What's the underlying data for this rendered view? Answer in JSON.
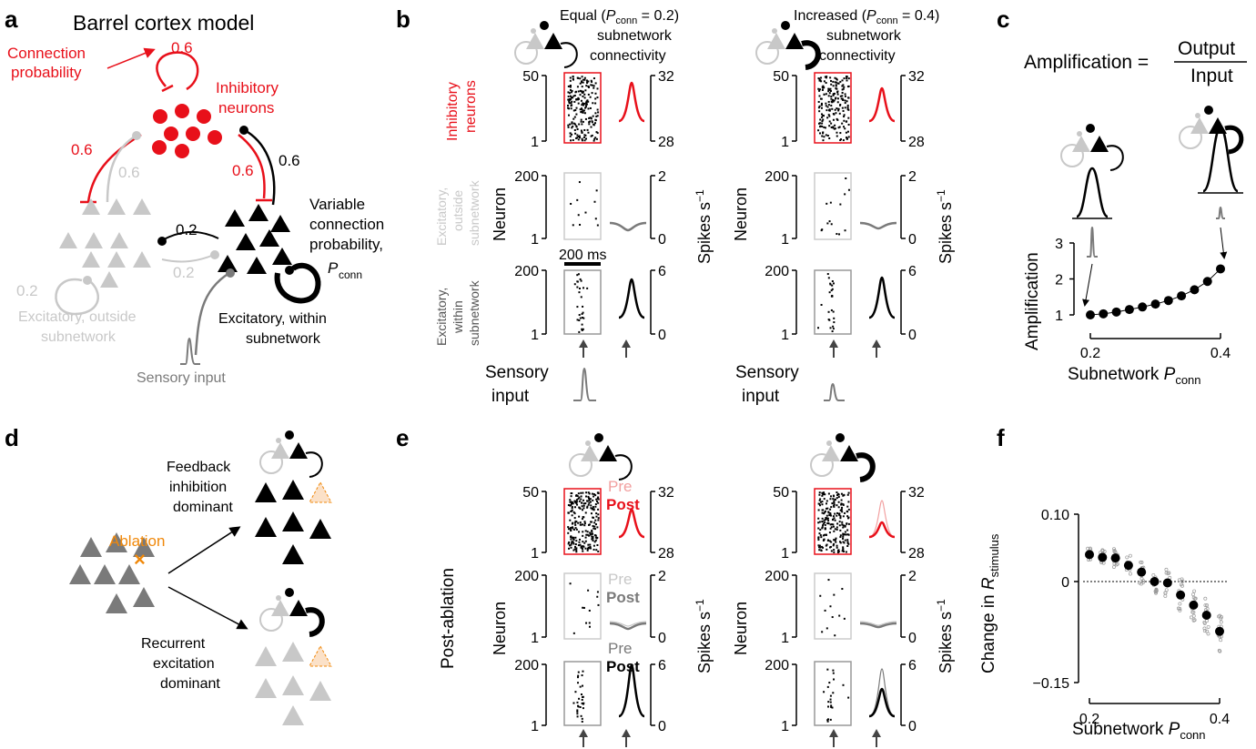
{
  "colors": {
    "red": "#e8101a",
    "black": "#000000",
    "grey": "#c8c8c8",
    "dgrey": "#7a7a7a",
    "orange": "#f0880a",
    "pink": "#f2a0a0"
  },
  "panels": {
    "a": "a",
    "b": "b",
    "c": "c",
    "d": "d",
    "e": "e",
    "f": "f"
  },
  "a": {
    "title": "Barrel cortex model",
    "conn_prob": [
      "Connection",
      "probability"
    ],
    "inh": [
      "Inhibitory",
      "neurons"
    ],
    "var": [
      "Variable",
      "connection",
      "probability,"
    ],
    "pconn": "P",
    "pconn_sub": "conn",
    "exc_out": [
      "Excitatory, outside",
      "subnetwork"
    ],
    "exc_in": [
      "Excitatory, within",
      "subnetwork"
    ],
    "sensory": "Sensory input",
    "v06": "0.6",
    "v02": "0.2"
  },
  "b": {
    "equal": [
      "Equal (",
      "P",
      "conn",
      " = 0.2)",
      "subnetwork",
      "connectivity"
    ],
    "increased": [
      "Increased (",
      "P",
      "conn",
      " = 0.4)",
      "subnetwork",
      "connectivity"
    ],
    "row_inh": [
      "Inhibitory",
      "neurons"
    ],
    "row_out": [
      "Excitatory,",
      "outside",
      "subnetwork"
    ],
    "row_in": [
      "Excitatory,",
      "within",
      "subnetwork"
    ],
    "neuron": "Neuron",
    "spikes": "Spikes s",
    "spikes_sup": "−1",
    "scale": "200 ms",
    "sensory": [
      "Sensory",
      "input"
    ],
    "ticks_inh_l": [
      "50",
      "1"
    ],
    "ticks_inh_r": [
      "32",
      "28"
    ],
    "ticks_out_l": [
      "200",
      "1"
    ],
    "ticks_out_r": [
      "2",
      "0"
    ],
    "ticks_in_l": [
      "200",
      "1"
    ],
    "ticks_in_r": [
      "6",
      "0"
    ]
  },
  "c": {
    "formula_left": "Amplification =",
    "num": "Output",
    "den": "Input",
    "ylabel": "Amplification",
    "xlabel": "Subnetwork ",
    "xlabel_p": "P",
    "xlabel_sub": "conn",
    "yticks": [
      "3",
      "2",
      "1"
    ],
    "xticks": [
      "0.2",
      "0.4"
    ]
  },
  "chart_c": {
    "type": "scatter",
    "x": [
      0.2,
      0.22,
      0.24,
      0.26,
      0.28,
      0.3,
      0.32,
      0.34,
      0.36,
      0.38,
      0.4
    ],
    "y": [
      1.0,
      1.03,
      1.08,
      1.15,
      1.22,
      1.3,
      1.4,
      1.53,
      1.7,
      1.93,
      2.28
    ],
    "xlim": [
      0.2,
      0.4
    ],
    "ylim": [
      1,
      3
    ]
  },
  "d": {
    "ablation": "Ablation",
    "fb": [
      "Feedback",
      "inhibition",
      "dominant"
    ],
    "rec": [
      "Recurrent",
      "excitation",
      "dominant"
    ]
  },
  "e": {
    "post_ablation": "Post-ablation",
    "pre": "Pre",
    "post": "Post"
  },
  "f": {
    "ylabel": "Change in ",
    "ylabel_r": "R",
    "ylabel_sub": "stimulus",
    "xlabel": "Subnetwork ",
    "xlabel_p": "P",
    "xlabel_sub": "conn",
    "yticks": [
      "0.10",
      "0",
      "−0.15"
    ],
    "xticks": [
      "0.2",
      "0.4"
    ]
  },
  "chart_data": {
    "type": "scatter",
    "x": [
      0.2,
      0.22,
      0.24,
      0.26,
      0.28,
      0.3,
      0.32,
      0.34,
      0.36,
      0.38,
      0.4
    ],
    "y": [
      0.04,
      0.036,
      0.035,
      0.024,
      0.014,
      0.0,
      -0.002,
      -0.02,
      -0.035,
      -0.05,
      -0.074
    ],
    "xlim": [
      0.2,
      0.4
    ],
    "ylim": [
      -0.15,
      0.1
    ],
    "ylabel": "Change in R stimulus",
    "xlabel": "Subnetwork P conn"
  }
}
